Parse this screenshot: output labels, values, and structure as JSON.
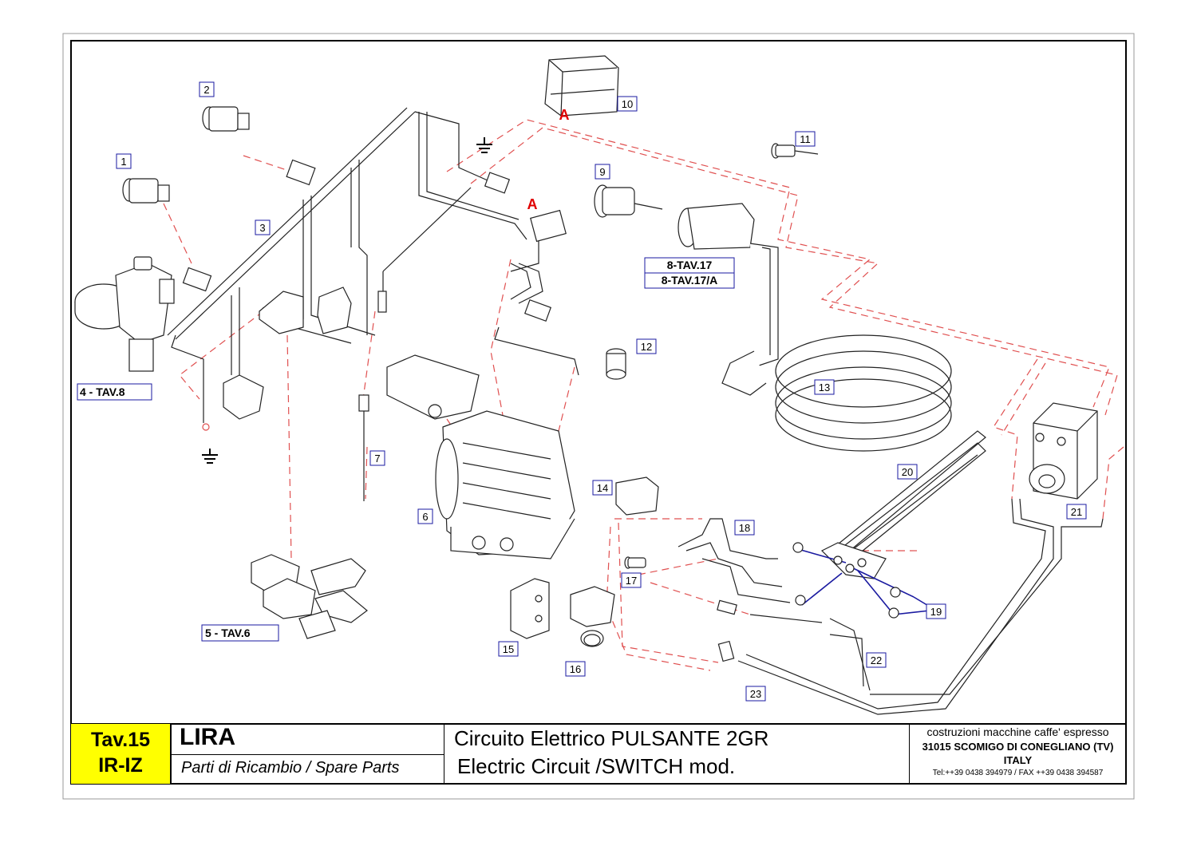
{
  "title_block": {
    "code_line1": "Tav.15",
    "code_line2": "IR-IZ",
    "model": "LIRA",
    "subtitle": "Parti di Ricambio / Spare Parts",
    "desc_line1": "Circuito Elettrico PULSANTE 2GR",
    "desc_line2": "Electric Circuit /SWITCH mod.",
    "maker_line1": "costruzioni macchine caffe' espresso",
    "maker_line2": "31015 SCOMIGO DI CONEGLIANO (TV)",
    "maker_line3": "ITALY",
    "maker_contact": "Tel:++39 0438 394979 / FAX ++39 0438 394587"
  },
  "part_numbers": [
    "1",
    "2",
    "3",
    "6",
    "7",
    "9",
    "10",
    "11",
    "12",
    "13",
    "14",
    "15",
    "16",
    "17",
    "18",
    "19",
    "20",
    "21",
    "22",
    "23"
  ],
  "references": {
    "ref_4": "4 - TAV.8",
    "ref_5": "5 - TAV.6",
    "ref_8a": "8-TAV.17",
    "ref_8b": "8-TAV.17/A"
  },
  "connector_marks": [
    "A",
    "A"
  ],
  "colors": {
    "label_box": "#1a1aa0",
    "wire_dashed": "#e05050",
    "accent_red": "#e00000",
    "title_code_bg": "#ffff00",
    "line": "#222222"
  }
}
